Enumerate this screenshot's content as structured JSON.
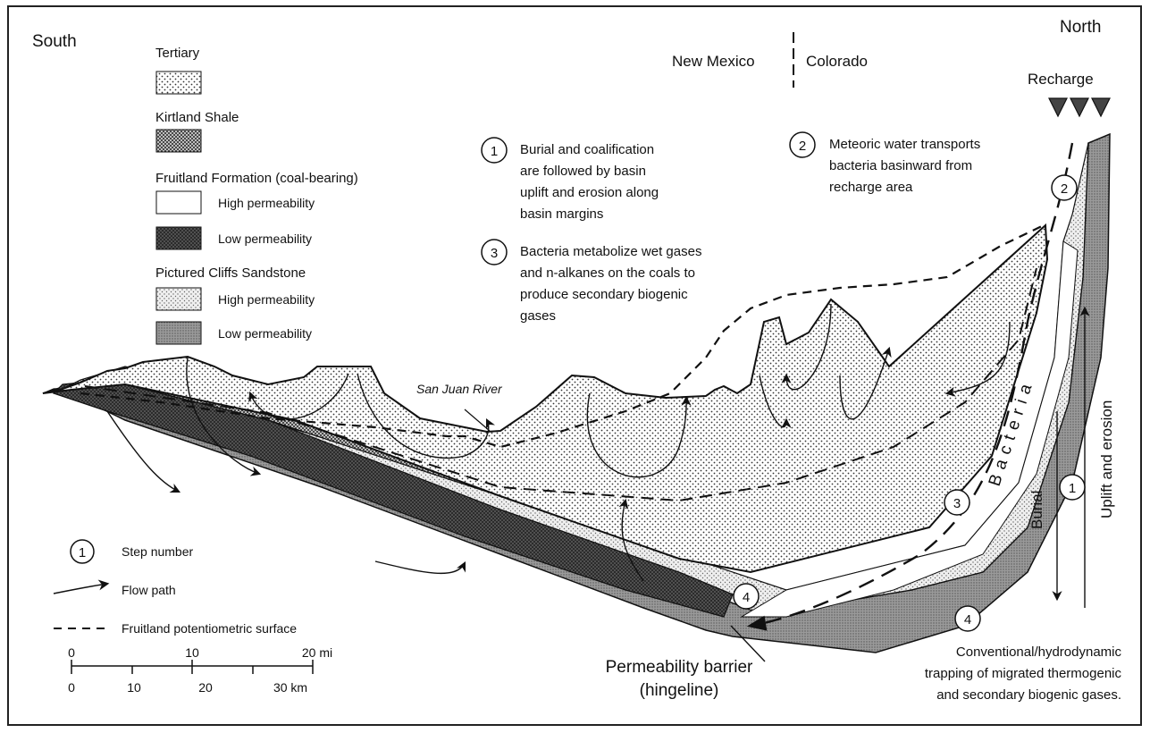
{
  "directions": {
    "south": "South",
    "north": "North"
  },
  "states": {
    "new_mexico": "New Mexico",
    "colorado": "Colorado"
  },
  "recharge": "Recharge",
  "legend": {
    "tertiary": "Tertiary",
    "kirtland": "Kirtland Shale",
    "fruitland": "Fruitland Formation (coal-bearing)",
    "fruitland_high": "High permeability",
    "fruitland_low": "Low permeability",
    "pictured_cliffs": "Pictured Cliffs Sandstone",
    "pc_high": "High permeability",
    "pc_low": "Low permeability"
  },
  "steps": [
    {
      "number": "1",
      "lines": [
        "Burial and coalification",
        "are followed by basin",
        "uplift and erosion along",
        "basin margins"
      ]
    },
    {
      "number": "2",
      "lines": [
        "Meteoric water transports",
        "bacteria basinward from",
        "recharge area"
      ]
    },
    {
      "number": "3",
      "lines": [
        "Bacteria metabolize wet gases",
        "and n-alkanes on the coals to",
        "produce secondary biogenic",
        "gases"
      ]
    },
    {
      "number": "4",
      "lines": [
        "Conventional/hydrodynamic",
        "trapping of migrated thermogenic",
        "and secondary biogenic gases."
      ]
    }
  ],
  "key": {
    "step_number": "Step number",
    "flow_path": "Flow path",
    "potentiometric": "Fruitland potentiometric surface",
    "step_symbol": "1"
  },
  "labels": {
    "river": "San Juan River",
    "bacteria": "Bacteria",
    "burial": "Burial",
    "uplift": "Uplift and erosion",
    "barrier_line1": "Permeability barrier",
    "barrier_line2": "(hingeline)"
  },
  "scale": {
    "mi_ticks": [
      "0",
      "10",
      "20 mi"
    ],
    "km_ticks": [
      "0",
      "10",
      "20",
      "30 km"
    ]
  },
  "colors": {
    "ink": "#111111",
    "paper": "#ffffff"
  }
}
